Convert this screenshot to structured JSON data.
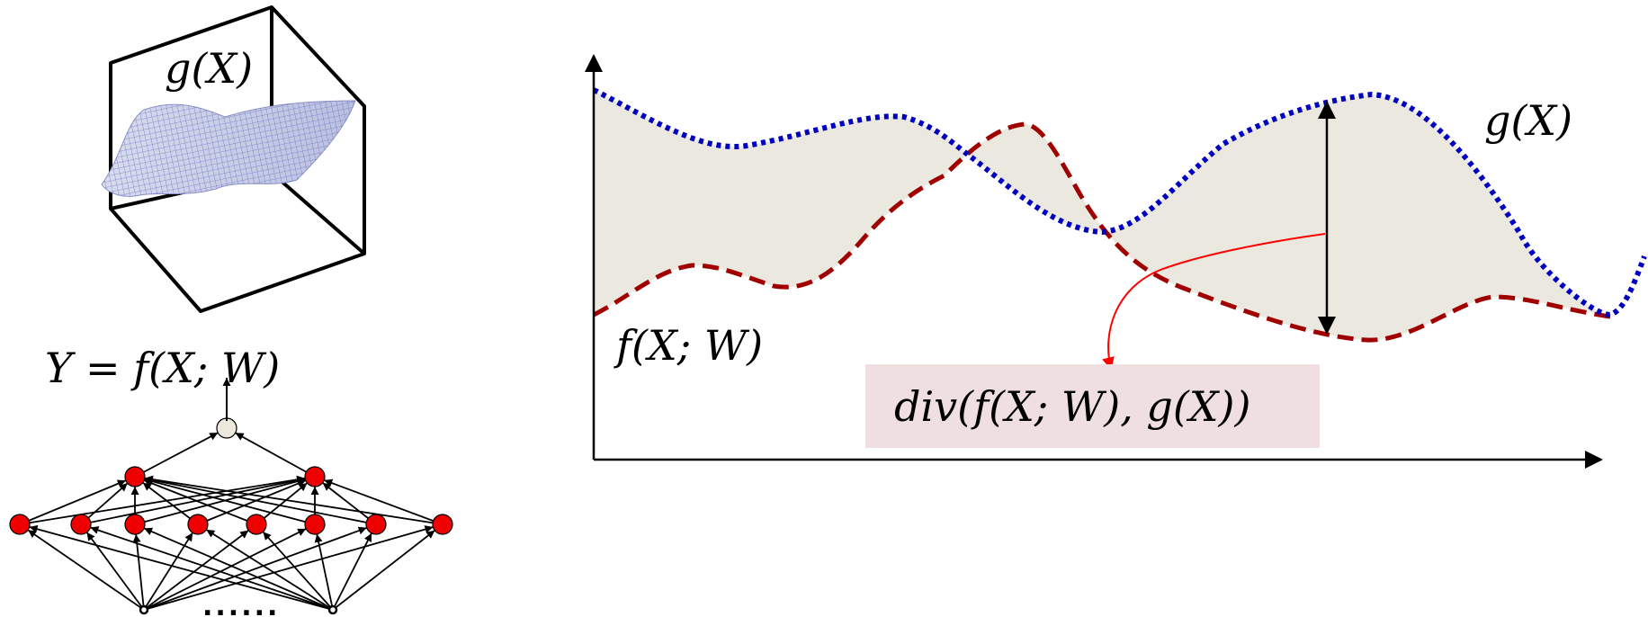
{
  "surface_panel": {
    "label": "g(X)"
  },
  "network_panel": {
    "output_label": "Y = f(X; W)",
    "input_ellipsis": "......",
    "hidden_layer_1_count": 8,
    "hidden_layer_2_count": 2,
    "input_count": 2,
    "node_color": "#ee0000",
    "output_node_color": "#ece9dc"
  },
  "divergence_plot": {
    "target_label": "g(X)",
    "model_label": "f(X; W)",
    "divergence_label": "div(f(X; W), g(X))",
    "colors": {
      "target_curve": "#0000c0",
      "model_curve": "#a00000",
      "shaded_area": "#ebe8df",
      "arrow": "#ff0000",
      "label_box": "#efdfe0"
    }
  }
}
